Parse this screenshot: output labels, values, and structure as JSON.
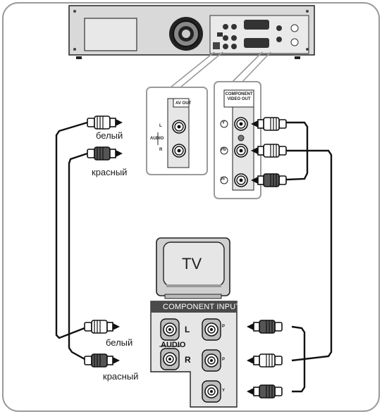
{
  "device_av_out": "AV OUT",
  "device_audio": "AUDIO",
  "device_l": "L",
  "device_r": "R",
  "component_video_out": "COMPONENT VIDEO OUT",
  "jack_y": "Y",
  "jack_pb": "Pb",
  "jack_pr": "Pr",
  "tv_label": "TV",
  "component_input": "COMPONENT INPUT",
  "tv_audio": "AUDIO",
  "tv_l": "L",
  "tv_r": "R",
  "tv_p1": "P",
  "tv_p2": "P",
  "tv_y": "Y",
  "label_white_top": "белый",
  "label_red_top": "красный",
  "label_white_bottom": "белый",
  "label_red_bottom": "красный",
  "colors": {
    "frame": "#9a9a9a",
    "cable": "#111111",
    "panel_dark": "#4a4a4a",
    "jack_panel": "#e6e6e6"
  }
}
